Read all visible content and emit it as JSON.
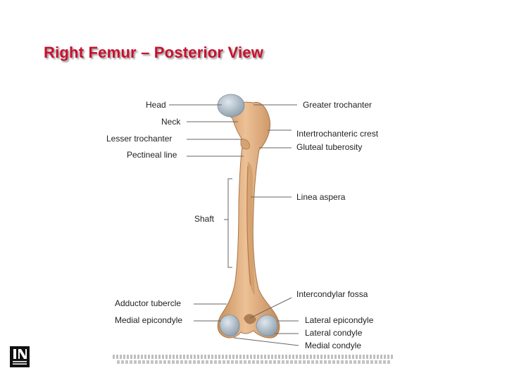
{
  "title": "Right Femur – Posterior View",
  "labels": {
    "head": "Head",
    "greater_trochanter": "Greater trochanter",
    "neck": "Neck",
    "intertrochanteric_crest": "Intertrochanteric crest",
    "lesser_trochanter": "Lesser trochanter",
    "gluteal_tuberosity": "Gluteal tuberosity",
    "pectineal_line": "Pectineal line",
    "linea_aspera": "Linea aspera",
    "shaft": "Shaft",
    "intercondylar_fossa": "Intercondylar fossa",
    "adductor_tubercle": "Adductor tubercle",
    "medial_epicondyle": "Medial epicondyle",
    "lateral_epicondyle": "Lateral epicondyle",
    "lateral_condyle": "Lateral condyle",
    "medial_condyle": "Medial condyle"
  },
  "colors": {
    "title": "#c8102e",
    "bone": "#e3b487",
    "bone_shade": "#c98f5c",
    "cartilage": "#aebdc9",
    "leader": "#666666"
  }
}
